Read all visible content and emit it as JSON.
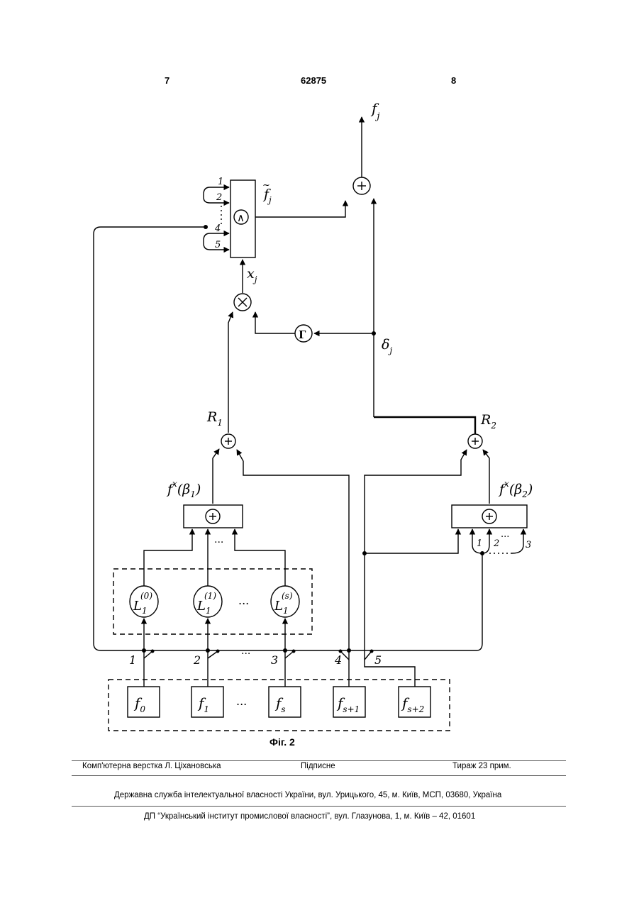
{
  "header": {
    "left_page": "7",
    "patent_number": "62875",
    "right_page": "8"
  },
  "diagram": {
    "caption": "Фіг. 2",
    "output_label": "f",
    "output_sub": "j",
    "min_block_symbol": "∧",
    "min_input_labels": [
      "1",
      "2",
      "4",
      "5"
    ],
    "min_output_label": "f",
    "min_output_sub": "j",
    "x_label": "x",
    "x_sub": "j",
    "delta_label": "δ",
    "delta_sub": "j",
    "gamma_symbol": "Г",
    "r1_label": "R",
    "r1_sub": "1",
    "r2_label": "R",
    "r2_sub": "2",
    "fx1_label": "f",
    "fx1_sup": "x",
    "fx1_arg": "(β",
    "fx1_arg_sub": "1",
    "fx1_close": ")",
    "fx2_label": "f",
    "fx2_sup": "x",
    "fx2_arg": "(β",
    "fx2_arg_sub": "2",
    "fx2_close": ")",
    "sum2_input_labels": [
      "1",
      "2",
      "3"
    ],
    "ellipsis": "...",
    "l_label": "L",
    "l_sub": "1",
    "l_sups": [
      "(0)",
      "(1)",
      "(s)"
    ],
    "switch_labels": [
      "1",
      "2",
      "3",
      "4",
      "5"
    ],
    "f_blocks": [
      {
        "label": "f",
        "sub": "0"
      },
      {
        "label": "f",
        "sub": "1"
      },
      {
        "label": "f",
        "sub": "s"
      },
      {
        "label": "f",
        "sub": "s+1"
      },
      {
        "label": "f",
        "sub": "s+2"
      }
    ]
  },
  "footer": {
    "layout": "Комп'ютерна верстка Л. Ціхановська",
    "signed": "Підписне",
    "print_run": "Тираж 23 прим.",
    "agency": "Державна служба інтелектуальної власності України, вул. Урицького, 45, м. Київ, МСП, 03680, Україна",
    "institute": "ДП “Український інститут промислової власності”, вул. Глазунова, 1, м. Київ – 42, 01601"
  }
}
